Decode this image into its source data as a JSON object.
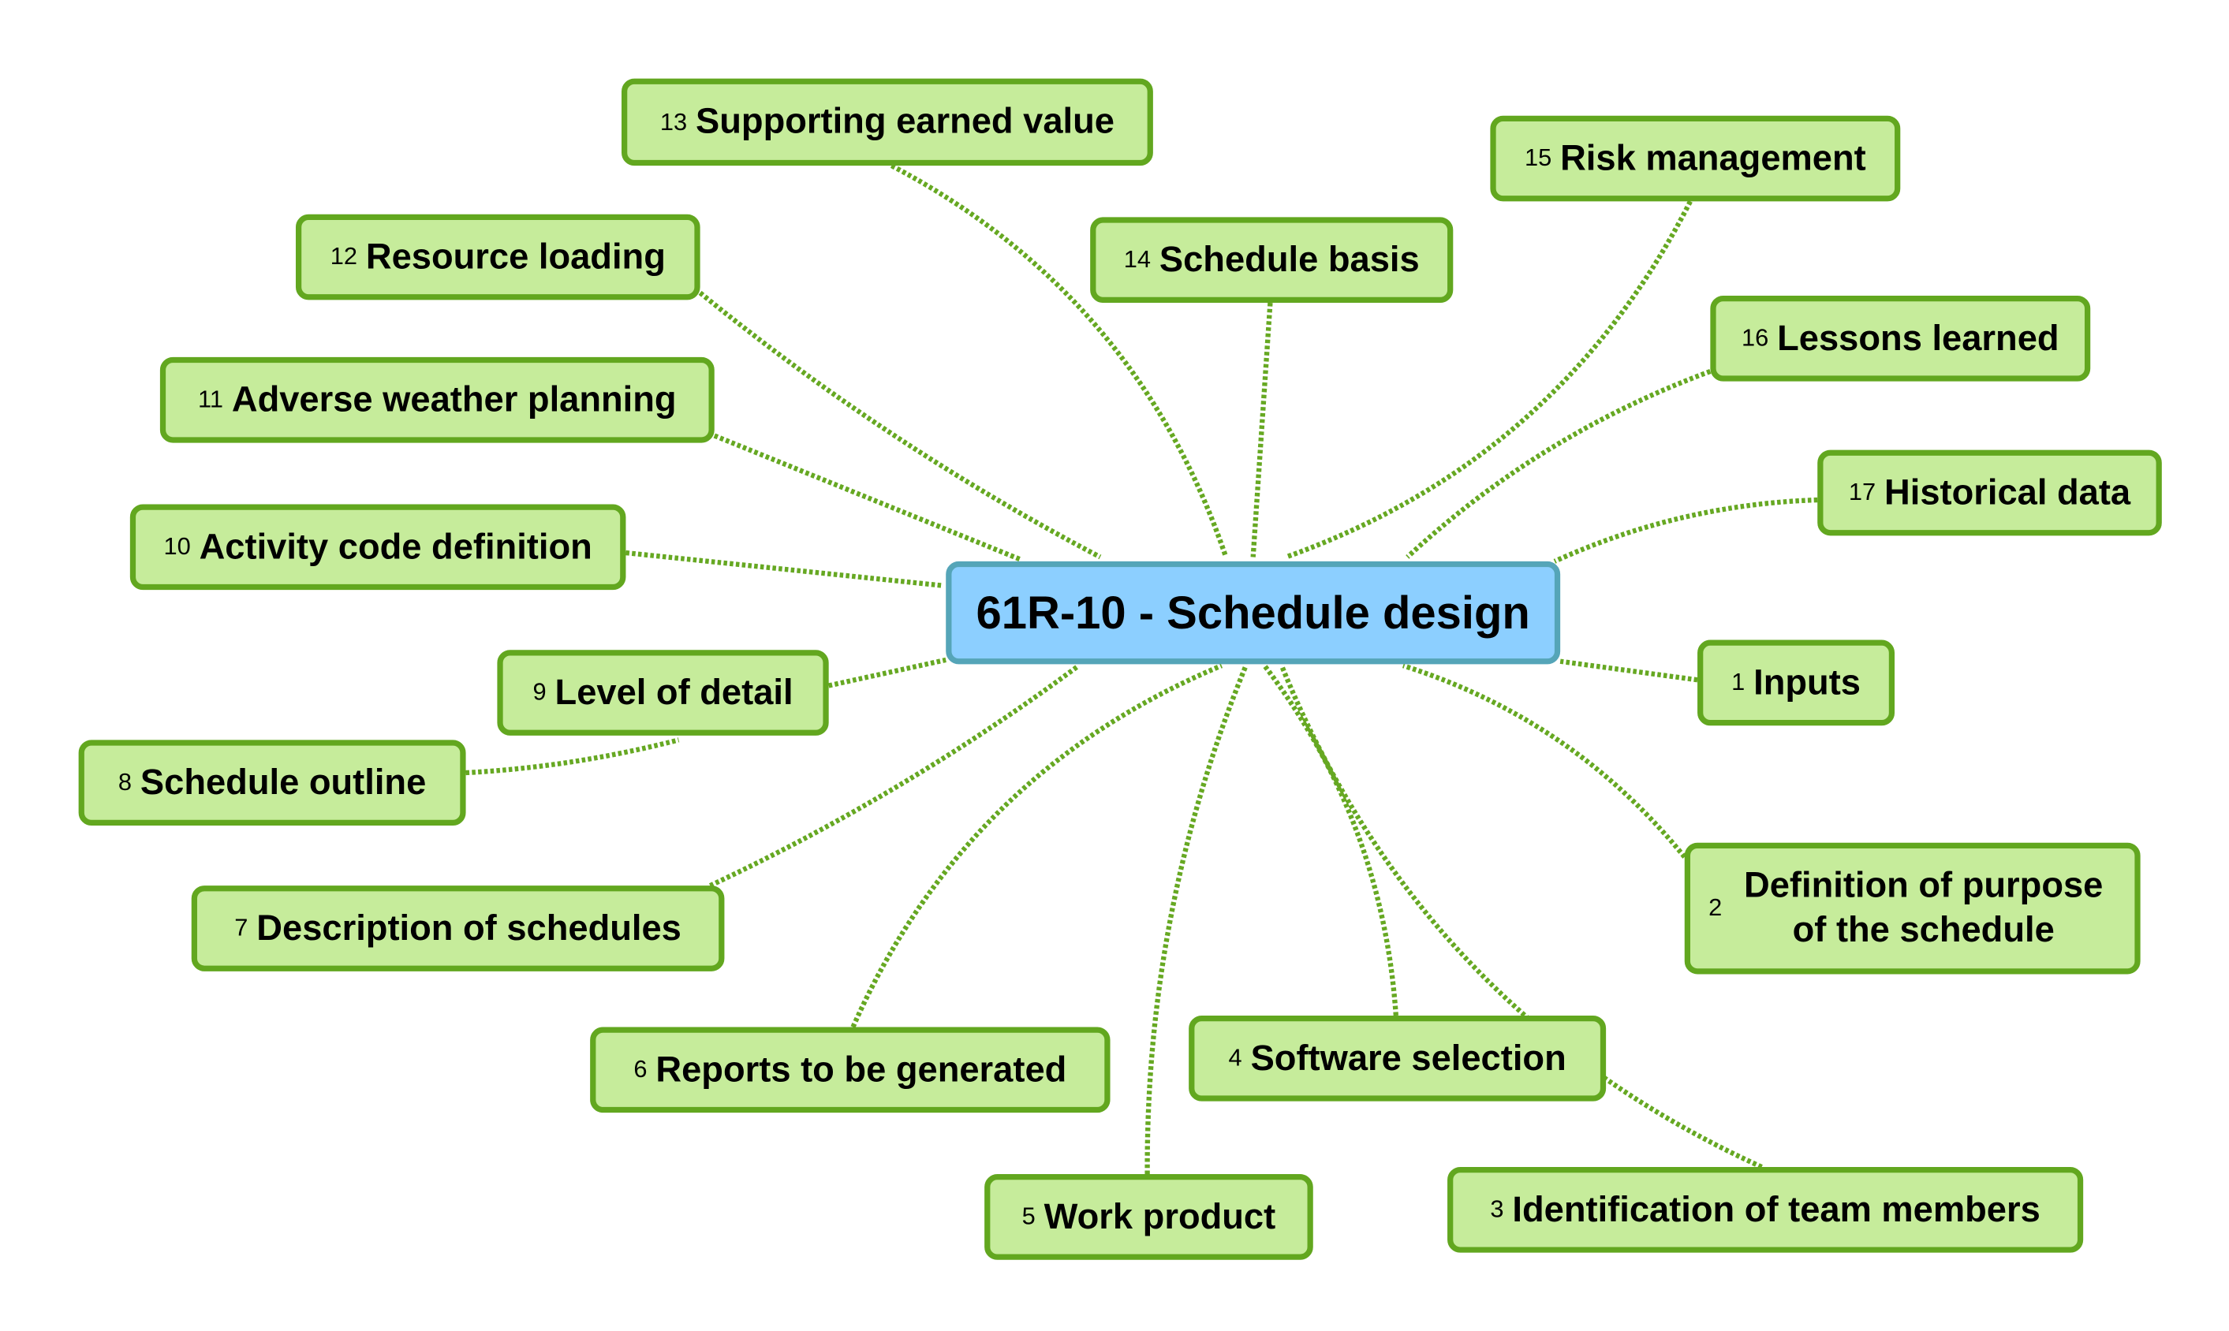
{
  "central_topic": "61R-10 - Schedule design",
  "colors": {
    "node_fill": "#c6ec9b",
    "node_border": "#62a71f",
    "center_fill": "#8ccfff",
    "center_border": "#55a5b8",
    "connector": "#66a822"
  },
  "topics": [
    {
      "number": "1",
      "label": "Inputs"
    },
    {
      "number": "2",
      "label": "Definition of purpose of the schedule"
    },
    {
      "number": "3",
      "label": "Identification of team members"
    },
    {
      "number": "4",
      "label": "Software selection"
    },
    {
      "number": "5",
      "label": "Work product"
    },
    {
      "number": "6",
      "label": "Reports to be generated"
    },
    {
      "number": "7",
      "label": "Description of schedules"
    },
    {
      "number": "8",
      "label": "Schedule outline"
    },
    {
      "number": "9",
      "label": "Level of detail"
    },
    {
      "number": "10",
      "label": "Activity code definition"
    },
    {
      "number": "11",
      "label": "Adverse weather planning"
    },
    {
      "number": "12",
      "label": "Resource loading"
    },
    {
      "number": "13",
      "label": "Supporting earned value"
    },
    {
      "number": "14",
      "label": "Schedule basis"
    },
    {
      "number": "15",
      "label": "Risk management"
    },
    {
      "number": "16",
      "label": "Lessons learned"
    },
    {
      "number": "17",
      "label": "Historical data"
    }
  ]
}
